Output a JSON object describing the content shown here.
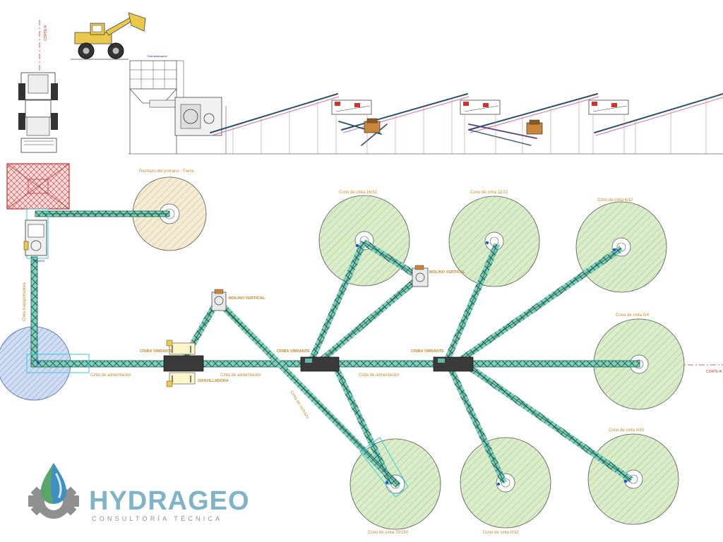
{
  "sections": {
    "corte_a_vertical": "CORTE A'",
    "corte_a_horizontal": "CORTE A'",
    "elevation_small_note": "Tolva alimentacion"
  },
  "stockpiles": {
    "rechazo": "Rechazo del primario - Tierra",
    "c16_32": "Cono de cinta 16/32",
    "c11_22": "Cono de cinta 11/22",
    "c6_12": "Cono de cinta 6/12",
    "c0_4": "Cono de cinta 0/4",
    "c4_10": "Cono de cinta 4/10",
    "c70_150": "Cono de cinta 70/150",
    "c0_32": "Cono de cinta 0/32"
  },
  "conveyors": {
    "transportadora": "Cinta transportadora",
    "alim1": "Cinta de alimentación",
    "alim2": "Cinta de alimentación",
    "alim3": "Cinta de alimentación",
    "rechazo": "Cinta de rechazo"
  },
  "equipment": {
    "criba1": "CRIBA VIBRANTE",
    "criba2": "CRIBA VIBRANTE",
    "criba3": "CRIBA VIBRANTE",
    "molino1": "MOLINO VERTICAL",
    "molino2": "MOLINO VERTICAL",
    "gravilladora": "GRAVILLADORA",
    "primario": "PRIMARIO"
  },
  "brand": {
    "name": "HYDRAGEO",
    "tagline": "CONSULTORÍA TÉCNICA",
    "colors": {
      "teal": "#7fb3c8",
      "gear": "#8f8f8f",
      "drop_green": "#5aa66a",
      "drop_blue": "#3d8fc4"
    }
  },
  "colors": {
    "stockpile_fill": "#dbeccc",
    "stockpile_hatch": "#9ccd6e",
    "conveyor": "#5fb8a8",
    "hopper_red": "#cc3333",
    "feed_blue": "#7da2d8"
  }
}
